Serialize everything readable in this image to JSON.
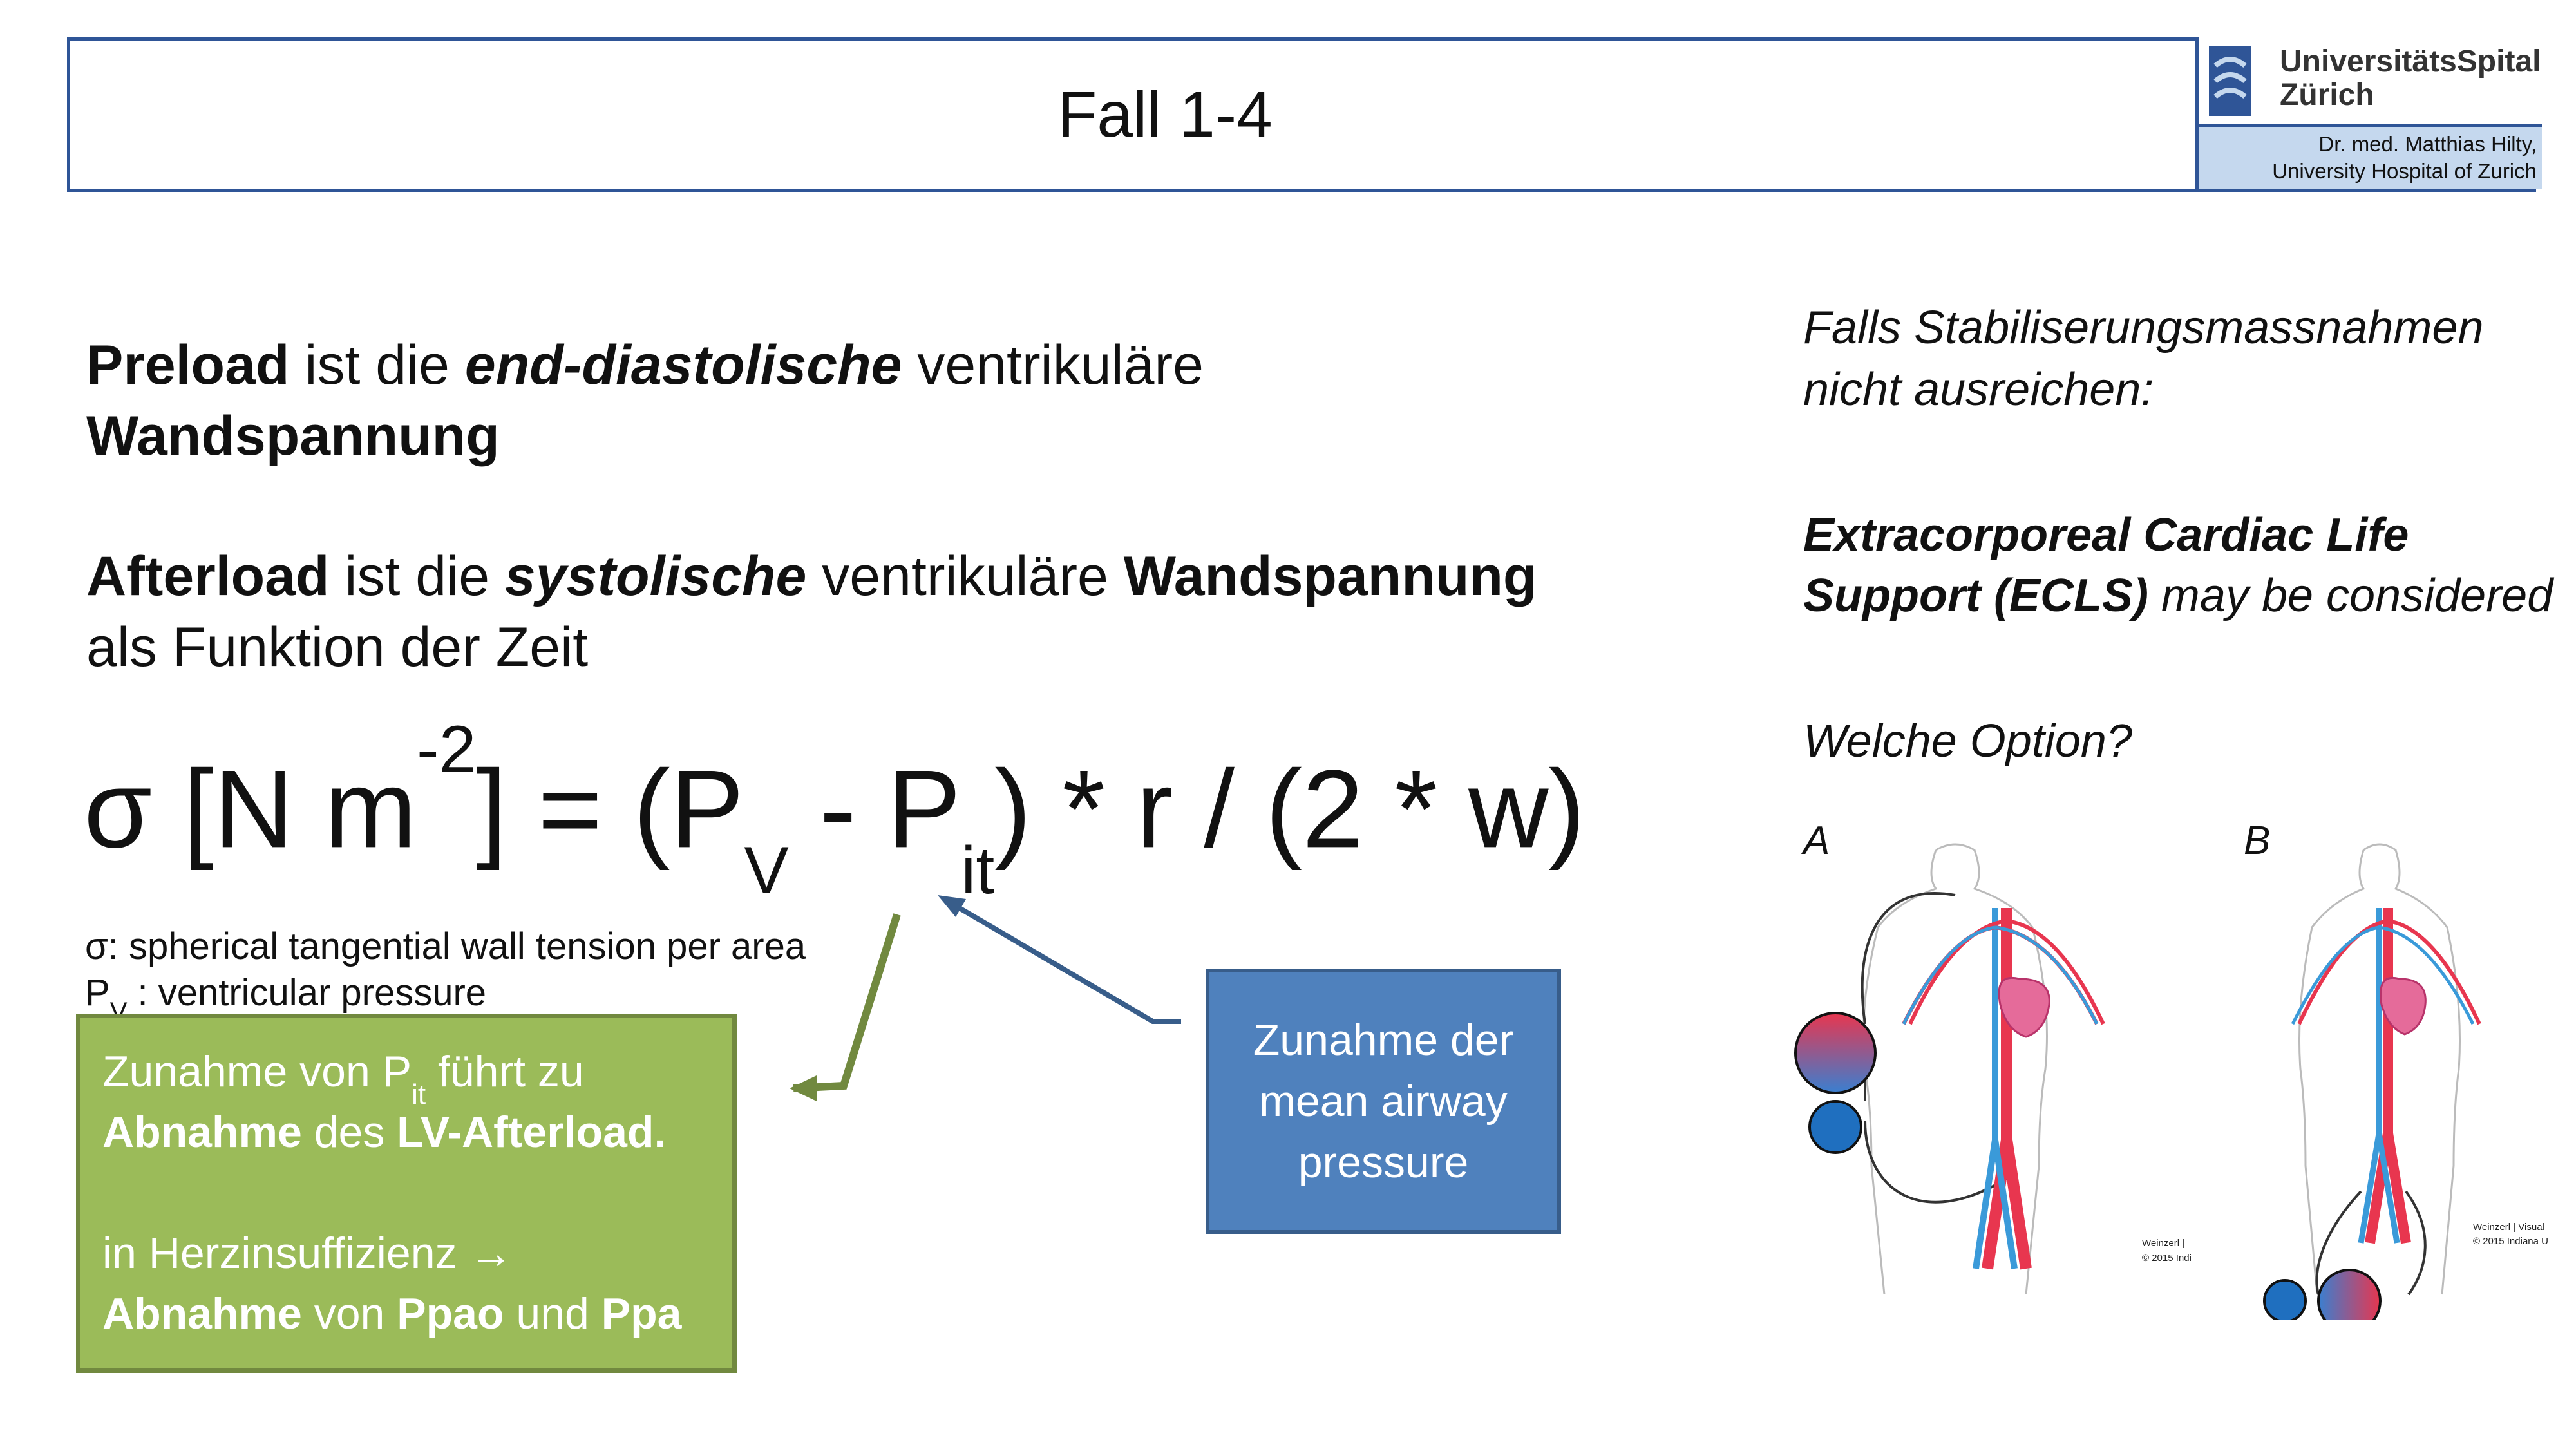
{
  "header": {
    "title": "Fall 1-4",
    "logo": {
      "name_line1": "UniversitätsSpital",
      "name_line2": "Zürich",
      "author_line1": "Dr. med. Matthias Hilty,",
      "author_line2": "University Hospital of Zurich"
    }
  },
  "left": {
    "preload_1": "Preload",
    "preload_2": " ist die ",
    "preload_3": "end-diastolische",
    "preload_4": " ventrikuläre",
    "preload_5": "Wandspannung",
    "afterload_1": "Afterload",
    "afterload_2": " ist die ",
    "afterload_3": "systolische",
    "afterload_4": " ventrikuläre ",
    "afterload_5": "Wandspannung",
    "afterload_6": "als Funktion der Zeit",
    "formula": {
      "part1": "σ [N m",
      "sup1": "-2",
      "part2": "] = (P",
      "sub1": "V",
      "part3": " - P",
      "sub2": "it",
      "part4": ") * r / (2 * w)"
    },
    "legend_sigma": "σ: spherical tangential wall tension per area",
    "legend_pv_1": "P",
    "legend_pv_sub": "V",
    "legend_pv_2": " : ventricular pressure"
  },
  "green_box": {
    "l1_a": "Zunahme von P",
    "l1_sub": "it",
    "l1_b": " führt zu",
    "l2_a": "Abnahme",
    "l2_b": " des ",
    "l2_c": "LV-Afterload.",
    "l3": "in Herzinsuffizienz →",
    "l4_a": "Abnahme",
    "l4_b": " von ",
    "l4_c": "Ppao",
    "l4_d": " und ",
    "l4_e": "Ppa"
  },
  "blue_box": {
    "l1": "Zunahme der",
    "l2": "mean airway",
    "l3": "pressure"
  },
  "right": {
    "q1": "Falls Stabiliserungsmassnahmen",
    "q2": "nicht ausreichen:",
    "ecls_1": "Extracorporeal Cardiac Life",
    "ecls_2": "Support (ECLS)",
    "ecls_3": " may be considered",
    "question": "Welche Option?",
    "label_a": "A",
    "label_b": "B",
    "credit_a_1": "Weinzerl |",
    "credit_a_2": "© 2015 Indi",
    "credit_b_1": "Weinzerl | Visual",
    "credit_b_2": "© 2015 Indiana U"
  },
  "colors": {
    "header_border": "#2f5597",
    "logo_band": "#c5d8ee",
    "green_box": "#9bbb59",
    "blue_box": "#4f81bd",
    "arrow_green": "#71893f",
    "arrow_blue": "#385d8a",
    "artery": "#e8364f",
    "vein": "#3a9ad9"
  }
}
